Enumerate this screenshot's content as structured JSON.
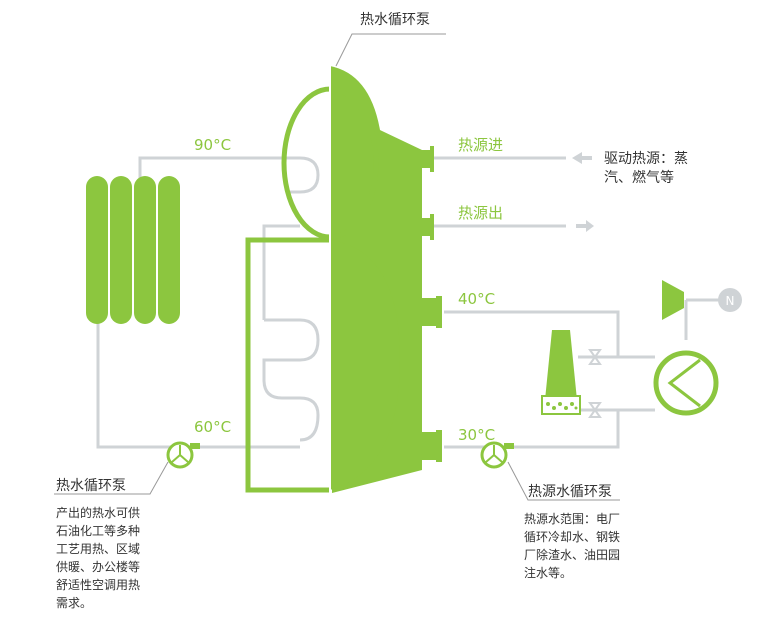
{
  "labels": {
    "top_pump": "热水循环泵",
    "heat_source_in": "热源进",
    "heat_source_out": "热源出",
    "drive_note_line1": "驱动热源：蒸",
    "drive_note_line2": "汽、燃气等",
    "temp_90": "90°C",
    "temp_60": "60°C",
    "temp_40": "40°C",
    "temp_30": "30°C",
    "left_pump": "热水循环泵",
    "right_pump": "热源水循环泵",
    "left_note": [
      "产出的热水可供",
      "石油化工等多种",
      "工艺用热、区域",
      "供暖、办公楼等",
      "舒适性空调用热",
      "需求。"
    ],
    "right_note": [
      "热源水范围：电厂",
      "循环冷却水、钢铁",
      "厂除渣水、油田园",
      "注水等。"
    ],
    "fan_symbol": "N"
  },
  "colors": {
    "accent_green": "#8cc63f",
    "pipe_gray": "#cfd3d6",
    "text_dark": "#333333"
  }
}
